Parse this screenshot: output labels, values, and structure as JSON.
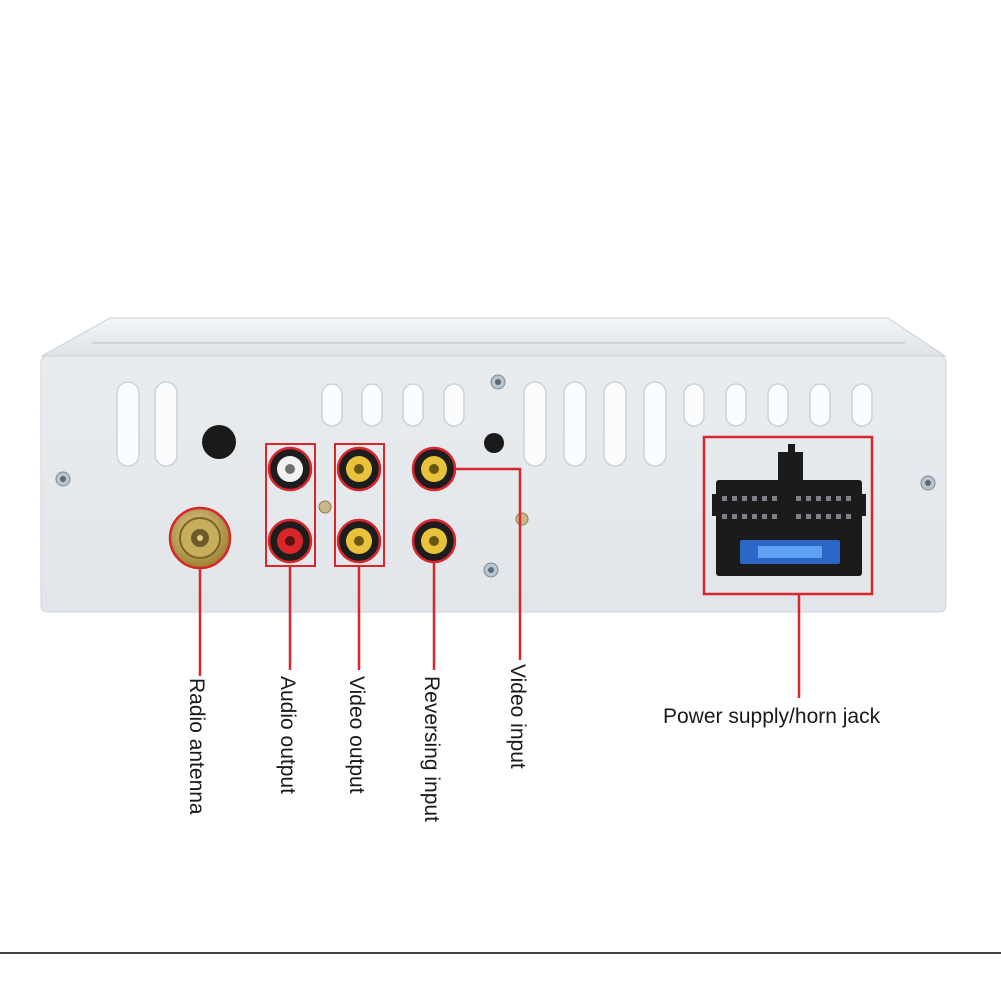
{
  "labels": {
    "radio_antenna": "Radio antenna",
    "audio_output": "Audio output",
    "video_output": "Video output",
    "reversing_input": "Reversing input",
    "video_input": "Video input",
    "power_supply": "Power supply/horn jack"
  },
  "colors": {
    "callout": "#d8262b",
    "panel": "#e6eaee",
    "rca_white": "#f2f2f2",
    "rca_red": "#d8262b",
    "rca_yellow": "#e8c23a",
    "antenna_gold": "#b79a4a"
  }
}
